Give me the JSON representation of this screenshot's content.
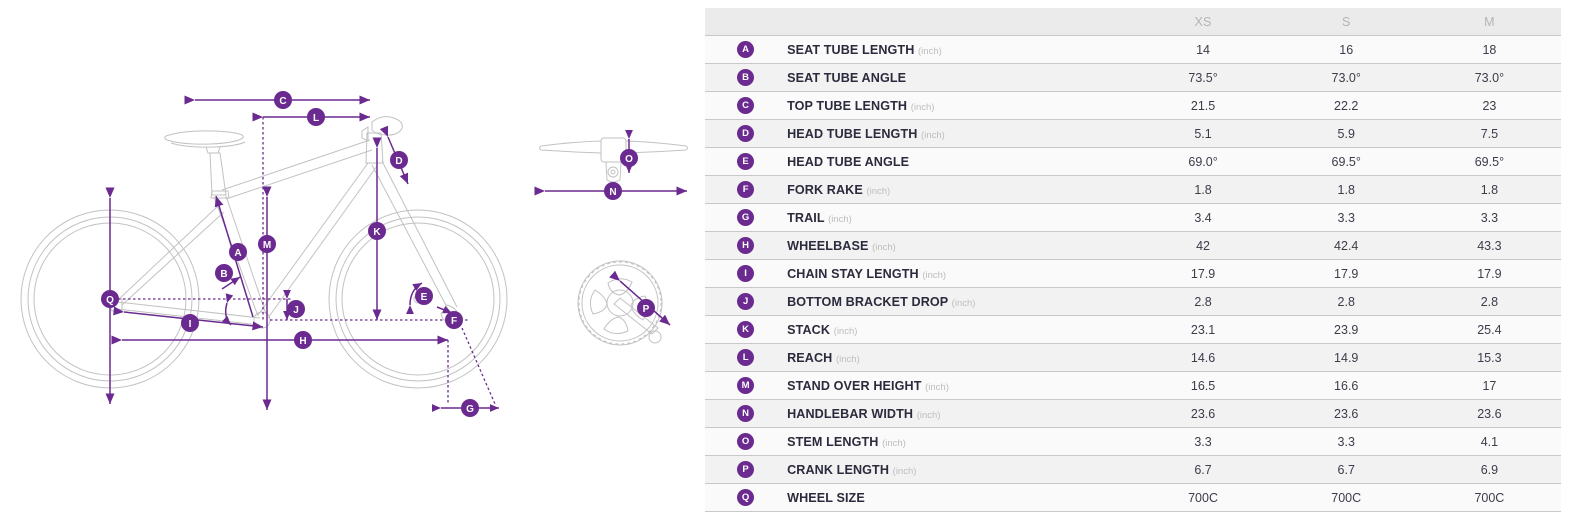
{
  "diagram": {
    "name": "bicycle-geometry-diagram",
    "markers": [
      {
        "id": "A",
        "label": "SEAT TUBE LENGTH"
      },
      {
        "id": "B",
        "label": "SEAT TUBE ANGLE"
      },
      {
        "id": "C",
        "label": "TOP TUBE LENGTH"
      },
      {
        "id": "D",
        "label": "HEAD TUBE LENGTH"
      },
      {
        "id": "E",
        "label": "HEAD TUBE ANGLE"
      },
      {
        "id": "F",
        "label": "FORK RAKE"
      },
      {
        "id": "G",
        "label": "TRAIL"
      },
      {
        "id": "H",
        "label": "WHEELBASE"
      },
      {
        "id": "I",
        "label": "CHAIN STAY LENGTH"
      },
      {
        "id": "J",
        "label": "BOTTOM BRACKET DROP"
      },
      {
        "id": "K",
        "label": "STACK"
      },
      {
        "id": "L",
        "label": "REACH"
      },
      {
        "id": "M",
        "label": "STAND OVER HEIGHT"
      },
      {
        "id": "N",
        "label": "HANDLEBAR WIDTH"
      },
      {
        "id": "O",
        "label": "STEM LENGTH"
      },
      {
        "id": "P",
        "label": "CRANK LENGTH"
      },
      {
        "id": "Q",
        "label": "WHEEL SIZE"
      }
    ]
  },
  "colors": {
    "accent_purple": "#6a2a8f",
    "bike_outline": "#c2c2c2",
    "header_bg": "#ebebeb",
    "row_odd": "#fafafa",
    "row_even": "#f2f2f2",
    "label_text": "#2b2b3d",
    "value_text": "#3c3c4a",
    "unit_text": "#bdbdbd",
    "header_text": "#b4b4b4"
  },
  "table": {
    "name": "geometry-spec-table",
    "blank_header": "",
    "columns": [
      "XS",
      "S",
      "M"
    ],
    "unit_suffix": "(inch)",
    "rows": [
      {
        "badge": "A",
        "label": "SEAT TUBE LENGTH",
        "unit": "(inch)",
        "values": [
          "14",
          "16",
          "18"
        ]
      },
      {
        "badge": "B",
        "label": "SEAT TUBE ANGLE",
        "unit": "",
        "values": [
          "73.5°",
          "73.0°",
          "73.0°"
        ]
      },
      {
        "badge": "C",
        "label": "TOP TUBE LENGTH",
        "unit": "(inch)",
        "values": [
          "21.5",
          "22.2",
          "23"
        ]
      },
      {
        "badge": "D",
        "label": "HEAD TUBE LENGTH",
        "unit": "(inch)",
        "values": [
          "5.1",
          "5.9",
          "7.5"
        ]
      },
      {
        "badge": "E",
        "label": "HEAD TUBE ANGLE",
        "unit": "",
        "values": [
          "69.0°",
          "69.5°",
          "69.5°"
        ]
      },
      {
        "badge": "F",
        "label": "FORK RAKE",
        "unit": "(inch)",
        "values": [
          "1.8",
          "1.8",
          "1.8"
        ]
      },
      {
        "badge": "G",
        "label": "TRAIL",
        "unit": "(inch)",
        "values": [
          "3.4",
          "3.3",
          "3.3"
        ]
      },
      {
        "badge": "H",
        "label": "WHEELBASE",
        "unit": "(inch)",
        "values": [
          "42",
          "42.4",
          "43.3"
        ]
      },
      {
        "badge": "I",
        "label": "CHAIN STAY LENGTH",
        "unit": "(inch)",
        "values": [
          "17.9",
          "17.9",
          "17.9"
        ]
      },
      {
        "badge": "J",
        "label": "BOTTOM BRACKET DROP",
        "unit": "(inch)",
        "values": [
          "2.8",
          "2.8",
          "2.8"
        ]
      },
      {
        "badge": "K",
        "label": "STACK",
        "unit": "(inch)",
        "values": [
          "23.1",
          "23.9",
          "25.4"
        ]
      },
      {
        "badge": "L",
        "label": "REACH",
        "unit": "(inch)",
        "values": [
          "14.6",
          "14.9",
          "15.3"
        ]
      },
      {
        "badge": "M",
        "label": "STAND OVER HEIGHT",
        "unit": "(inch)",
        "values": [
          "16.5",
          "16.6",
          "17"
        ]
      },
      {
        "badge": "N",
        "label": "HANDLEBAR WIDTH",
        "unit": "(inch)",
        "values": [
          "23.6",
          "23.6",
          "23.6"
        ]
      },
      {
        "badge": "O",
        "label": "STEM LENGTH",
        "unit": "(inch)",
        "values": [
          "3.3",
          "3.3",
          "4.1"
        ]
      },
      {
        "badge": "P",
        "label": "CRANK LENGTH",
        "unit": "(inch)",
        "values": [
          "6.7",
          "6.7",
          "6.9"
        ]
      },
      {
        "badge": "Q",
        "label": "WHEEL SIZE",
        "unit": "",
        "values": [
          "700C",
          "700C",
          "700C"
        ]
      }
    ]
  }
}
